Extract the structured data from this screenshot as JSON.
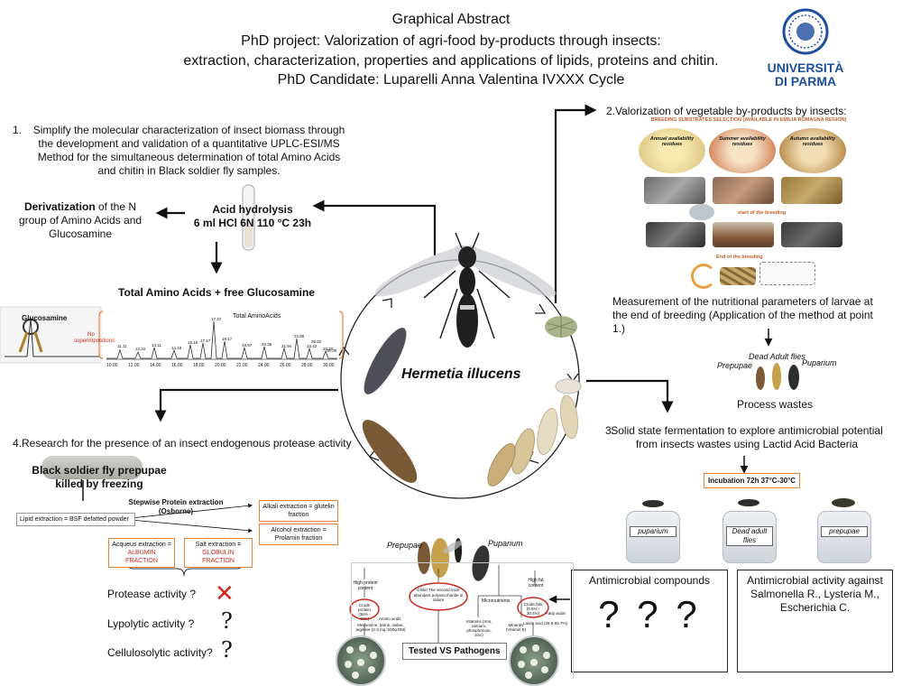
{
  "header": {
    "line1": "Graphical Abstract",
    "line2": "PhD project: Valorization of agri-food by-products through insects:",
    "line3": "extraction, characterization, properties and applications of lipids, proteins and chitin.",
    "line4": "PhD Candidate: Luparelli Anna Valentina IVXXX Cycle"
  },
  "logo": {
    "line1": "UNIVERSITÀ",
    "line2": "DI PARMA",
    "color": "#1f4e9c"
  },
  "section1": {
    "number": "1.",
    "text": "Simplify the molecular characterization of insect biomass through the development and validation of a quantitative UPLC-ESI/MS Method for the simultaneous determination of total Amino Acids and chitin in Black soldier fly samples.",
    "derivatization_bold": "Derivatization",
    "derivatization_rest": " of the N group of Amino Acids and Glucosamine",
    "hydrolysis_line1": "Acid hydrolysis",
    "hydrolysis_line2": "6 ml HCl 6N 110 °C 23h",
    "total_title": "Total Amino Acids + free Glucosamine",
    "chromatogram": {
      "glucosamine_label": "Glucosamine",
      "no_superimpositions": "No superimpositions",
      "total_label": "Total AminoAcids",
      "peak_labels": [
        "11.11",
        "12.34",
        "13.11",
        "14.19",
        "15.10",
        "17.17",
        "17.37",
        "19.17",
        "19.97",
        "20.35",
        "21.94",
        "22.68",
        "24.42",
        "26.20",
        "28.62",
        "30.30"
      ],
      "x_ticks": [
        "10.00",
        "12.00",
        "14.00",
        "16.00",
        "18.00",
        "20.00",
        "22.00",
        "24.00",
        "26.00",
        "28.00",
        "30.00"
      ]
    }
  },
  "section2": {
    "title": "2.Valorization of vegetable by-products by insects:",
    "substrates_title": "BREEDING SUBSTRATES SELECTION (AVAILABLE IN EMILIA ROMAGNA REGION)",
    "annual": "Annual availability residues",
    "summer": "Summer availability residues",
    "autumn": "Autumn availability residues",
    "start_label": "start of the breeding",
    "end_label": "End of the breeding",
    "measurement": "Measurement of the nutritional parameters of larvae at the end of breeding (Application of the method at point 1.)",
    "prepupae": "Prepupae",
    "dead_adult": "Dead Adult flies",
    "puparium": "Puparium",
    "process_wastes": "Process wastes"
  },
  "section3": {
    "number": "3.",
    "text": "Solid state fermentation to explore antimicrobial potential from insects wastes using Lactid Acid Bacteria",
    "incubation": "Incubation 72h 37°C-30°C",
    "jar1": "puparium",
    "jar2": "Dead adult flies",
    "jar3": "prepupae",
    "antimicrobial_compounds": "Antimicrobial compounds",
    "question_marks": "? ? ?",
    "activity_against": "Antimicrobial activity against Salmonella R., Lysteria M., Escherichia C."
  },
  "section4": {
    "title": "4.Research for the presence of an insect endogenous protease activity",
    "prepupae_killed": "Black soldier fly prepupae killed by freezing",
    "stepwise": "Stepwise Protein extraction (Osborne)",
    "lipid": "Lipid extraction = BSF defatted powder",
    "alkali": "Alkali extraction = glutelin fraction",
    "alcohol": "Alcohol extraction = Prolamin fraction",
    "acqueus_a": "Acqueus extraction =",
    "acqueus_b": "ALBUMIN FRACTION",
    "salt_a": "Salt extraction =",
    "salt_b": "GLOBULIN FRACTION",
    "protease": "Protease activity ?",
    "protease_mark": "✕",
    "lypolytic": "Lypolytic activity ?",
    "lypolytic_mark": "?",
    "cellulosolytic": "Cellulosolytic activity?",
    "cellulosolytic_mark": "?"
  },
  "center": {
    "species": "Hermetia illucens"
  },
  "bottom": {
    "prepupae": "Prepupae",
    "puparium": "Puparium",
    "high_protein": "High protein content",
    "crude_protein": "Crude protein (36% - 40%)",
    "amino_acids": "Amino acids",
    "aa_detail": "Methionine, lysine, valine, arginine (2-3 mg /100g DM)",
    "chitin": "Chitin The second most abundant polysaccharide in nature",
    "micronutrients": "Micronutrients",
    "vitamins": "Vitamins (Iron, calcium, phosphorous, zinc)",
    "minerals": "Minerals (Vitamin E)",
    "high_fat": "High fat content",
    "crude_fats": "Crude fats (6.6% - 30.4%)",
    "fatty_acids": "Fatty acids",
    "lauric": "Lauric acid (28.9-56.7%)",
    "tested": "Tested VS Pathogens"
  }
}
